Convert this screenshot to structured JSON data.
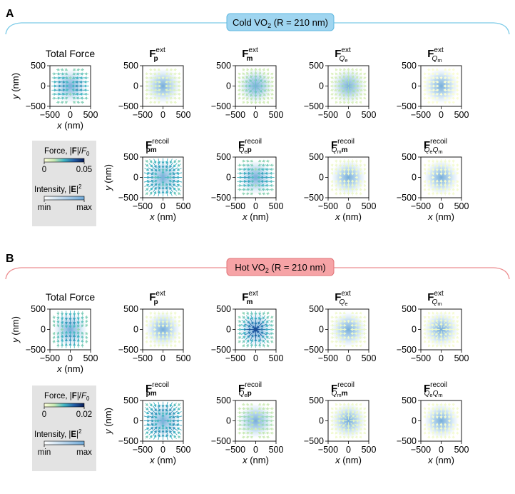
{
  "panels": [
    {
      "letter": "A",
      "banner_pre": "Cold VO",
      "banner_sub": "2",
      "banner_post": " (R = 210 nm)",
      "banner_fill": "#9fd5f0",
      "banner_stroke": "#5fb8e0",
      "bracket_color": "#7ccbe8",
      "force_label_pre": "Force, |",
      "force_label_bold": "F",
      "force_label_post": "|/",
      "force_label_it": "F",
      "force_label_sub": "0",
      "force_min": "0",
      "force_max": "0.05",
      "intensity_label_pre": "Intensity, |",
      "intensity_label_bold": "E",
      "intensity_label_post": "|",
      "intensity_label_sup": "2",
      "intensity_min": "min",
      "intensity_max": "max"
    },
    {
      "letter": "B",
      "banner_pre": "Hot VO",
      "banner_sub": "2",
      "banner_post": " (R = 210 nm)",
      "banner_fill": "#f6a3a6",
      "banner_stroke": "#e07478",
      "bracket_color": "#ec8e90",
      "force_label_pre": "Force, |",
      "force_label_bold": "F",
      "force_label_post": "|/",
      "force_label_it": "F",
      "force_label_sub": "0",
      "force_min": "0",
      "force_max": "0.02",
      "intensity_label_pre": "Intensity, |",
      "intensity_label_bold": "E",
      "intensity_label_post": "|",
      "intensity_label_sup": "2",
      "intensity_min": "min",
      "intensity_max": "max"
    }
  ],
  "chart_data": {
    "type": "quiver",
    "x_label_var": "x",
    "x_label_unit": " (nm)",
    "y_label_var": "y",
    "y_label_unit": " (nm)",
    "xlim": [
      -500,
      500
    ],
    "ylim": [
      -500,
      500
    ],
    "xticks": [
      "−500",
      "0",
      "500"
    ],
    "yticks": [
      "−500",
      "0",
      "500"
    ],
    "subplots": [
      {
        "panel": "A",
        "title": "Total Force",
        "pattern": "hconv",
        "level": 0.85
      },
      {
        "panel": "A",
        "title_base": "F",
        "sub": "p",
        "sup": "ext",
        "pattern": "hconv",
        "level": 0.25
      },
      {
        "panel": "A",
        "title_base": "F",
        "sub": "m",
        "sup": "ext",
        "pattern": "radial",
        "level": 0.45
      },
      {
        "panel": "A",
        "title_base": "F",
        "sub": "Qe",
        "sup": "ext",
        "pattern": "radial",
        "level": 0.35
      },
      {
        "panel": "A",
        "title_base": "F",
        "sub": "Qm",
        "sup": "ext",
        "pattern": "hconv",
        "level": 0.05
      },
      {
        "panel": "A",
        "title_base": "F",
        "sub": "pm",
        "sup": "recoil",
        "pattern": "ring",
        "level": 0.8
      },
      {
        "panel": "A",
        "title_base": "F",
        "sub": "Qep",
        "sup": "recoil",
        "pattern": "hconv",
        "level": 0.8
      },
      {
        "panel": "A",
        "title_base": "F",
        "sub": "Qmm",
        "sup": "recoil",
        "pattern": "vconv",
        "level": 0.15
      },
      {
        "panel": "A",
        "title_base": "F",
        "sub": "QeQm",
        "sup": "recoil",
        "pattern": "vconv",
        "level": 0.1
      },
      {
        "panel": "B",
        "title": "Total Force",
        "pattern": "vconv",
        "level": 0.85
      },
      {
        "panel": "B",
        "title_base": "F",
        "sub": "p",
        "sup": "ext",
        "pattern": "vconv",
        "level": 0.15
      },
      {
        "panel": "B",
        "title_base": "F",
        "sub": "m",
        "sup": "ext",
        "pattern": "radialin",
        "level": 0.85
      },
      {
        "panel": "B",
        "title_base": "F",
        "sub": "Qe",
        "sup": "ext",
        "pattern": "hconv",
        "level": 0.15
      },
      {
        "panel": "B",
        "title_base": "F",
        "sub": "Qm",
        "sup": "ext",
        "pattern": "radial",
        "level": 0.1
      },
      {
        "panel": "B",
        "title_base": "F",
        "sub": "pm",
        "sup": "recoil",
        "pattern": "ring",
        "level": 0.85
      },
      {
        "panel": "B",
        "title_base": "F",
        "sub": "Qep",
        "sup": "recoil",
        "pattern": "hconv",
        "level": 0.5
      },
      {
        "panel": "B",
        "title_base": "F",
        "sub": "Qmm",
        "sup": "recoil",
        "pattern": "radial",
        "level": 0.15
      },
      {
        "panel": "B",
        "title_base": "F",
        "sub": "QeQm",
        "sup": "recoil",
        "pattern": "vconv",
        "level": 0.1
      }
    ]
  }
}
